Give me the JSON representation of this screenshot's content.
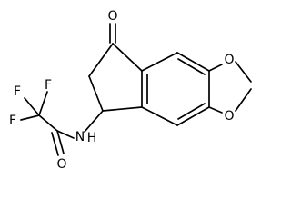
{
  "molecule": {
    "atoms": {
      "O_ketone": "O",
      "O_ring_top": "O",
      "O_ring_bottom": "O",
      "N_amide": "N",
      "H_amide": "H",
      "O_amide": "O",
      "F_top": "F",
      "F_left_upper": "F",
      "F_left_lower": "F"
    }
  }
}
